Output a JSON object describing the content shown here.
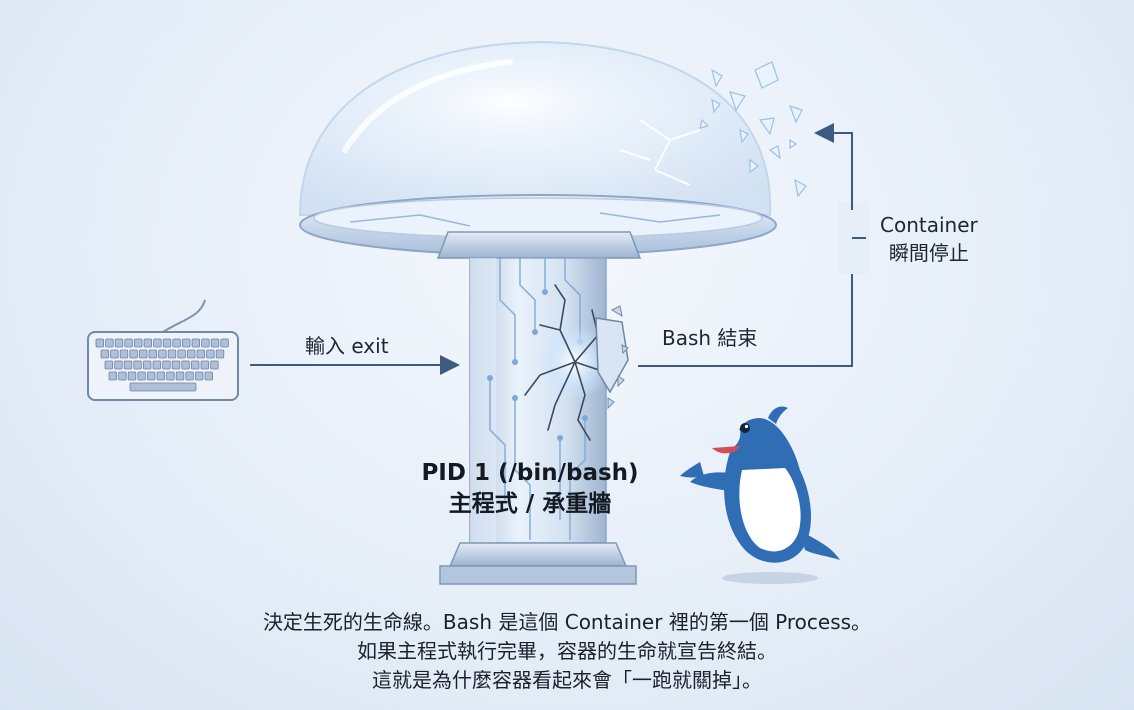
{
  "labels": {
    "input_exit": "輸入 exit",
    "bash_end": "Bash 結束",
    "container_line1": "Container",
    "container_line2": "瞬間停止",
    "pid_line1": "PID 1 (/bin/bash)",
    "pid_line2": "主程式 / 承重牆"
  },
  "caption": {
    "line1": "決定生死的生命線。Bash 是這個 Container 裡的第一個 Process。",
    "line2": "如果主程式執行完畢，容器的生命就宣告終結。",
    "line3": "這就是為什麼容器看起來會「一跑就關掉」。"
  },
  "colors": {
    "arrow": "#3d5a80",
    "glass": "#cfe2f7",
    "pillar": "#c9d8ea",
    "circuit": "#7fa7d8",
    "dolphin": "#2f6db5"
  },
  "icons": [
    "keyboard-icon",
    "glass-dome-icon",
    "cracked-pillar-icon",
    "dolphin-mascot-icon",
    "glass-shards-icon"
  ]
}
